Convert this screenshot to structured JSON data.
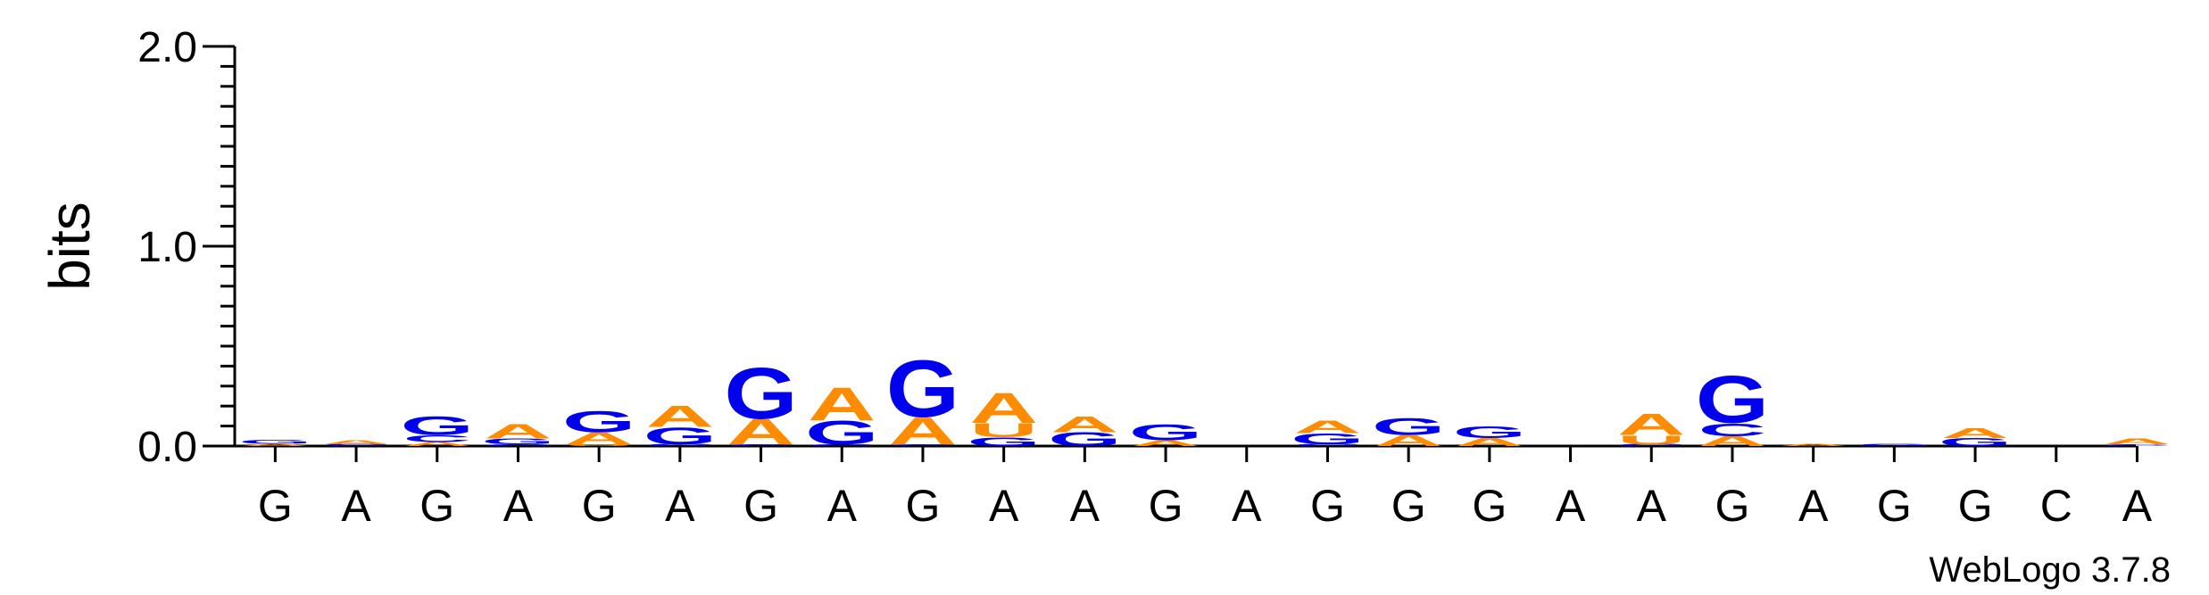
{
  "chart_data": {
    "type": "sequence-logo",
    "ylabel": "bits",
    "ylim": [
      0,
      2.0
    ],
    "yticks": [
      {
        "value": 0.0,
        "label": "0.0"
      },
      {
        "value": 1.0,
        "label": "1.0"
      },
      {
        "value": 2.0,
        "label": "2.0"
      }
    ],
    "y_minor_step": 0.1,
    "colors": {
      "G": "#0000ee",
      "A": "#ff8c00",
      "C": "#0000ee",
      "U": "#ff8c00",
      "axis": "#000000"
    },
    "positions": [
      {
        "label": "G",
        "stack": [
          {
            "letter": "A",
            "bits": 0.012
          },
          {
            "letter": "G",
            "bits": 0.02
          }
        ]
      },
      {
        "label": "A",
        "stack": [
          {
            "letter": "C",
            "bits": 0.01
          },
          {
            "letter": "A",
            "bits": 0.02
          }
        ]
      },
      {
        "label": "G",
        "stack": [
          {
            "letter": "A",
            "bits": 0.02
          },
          {
            "letter": "C",
            "bits": 0.035
          },
          {
            "letter": "G",
            "bits": 0.095
          }
        ]
      },
      {
        "label": "A",
        "stack": [
          {
            "letter": "C",
            "bits": 0.008
          },
          {
            "letter": "G",
            "bits": 0.03
          },
          {
            "letter": "A",
            "bits": 0.075
          }
        ]
      },
      {
        "label": "G",
        "stack": [
          {
            "letter": "U",
            "bits": 0.01
          },
          {
            "letter": "A",
            "bits": 0.06
          },
          {
            "letter": "G",
            "bits": 0.11
          }
        ]
      },
      {
        "label": "A",
        "stack": [
          {
            "letter": "C",
            "bits": 0.01
          },
          {
            "letter": "G",
            "bits": 0.085
          },
          {
            "letter": "A",
            "bits": 0.11
          }
        ]
      },
      {
        "label": "G",
        "stack": [
          {
            "letter": "C",
            "bits": 0.008
          },
          {
            "letter": "A",
            "bits": 0.13
          },
          {
            "letter": "G",
            "bits": 0.26
          }
        ]
      },
      {
        "label": "A",
        "stack": [
          {
            "letter": "C",
            "bits": 0.008
          },
          {
            "letter": "G",
            "bits": 0.12
          },
          {
            "letter": "A",
            "bits": 0.17
          }
        ]
      },
      {
        "label": "G",
        "stack": [
          {
            "letter": "C",
            "bits": 0.008
          },
          {
            "letter": "A",
            "bits": 0.14
          },
          {
            "letter": "G",
            "bits": 0.29
          }
        ]
      },
      {
        "label": "A",
        "stack": [
          {
            "letter": "G",
            "bits": 0.045
          },
          {
            "letter": "U",
            "bits": 0.07
          },
          {
            "letter": "A",
            "bits": 0.155
          }
        ]
      },
      {
        "label": "A",
        "stack": [
          {
            "letter": "G",
            "bits": 0.07
          },
          {
            "letter": "A",
            "bits": 0.08
          }
        ]
      },
      {
        "label": "G",
        "stack": [
          {
            "letter": "A",
            "bits": 0.03
          },
          {
            "letter": "G",
            "bits": 0.08
          }
        ]
      },
      {
        "label": "A",
        "stack": []
      },
      {
        "label": "G",
        "stack": [
          {
            "letter": "C",
            "bits": 0.01
          },
          {
            "letter": "G",
            "bits": 0.055
          },
          {
            "letter": "A",
            "bits": 0.065
          }
        ]
      },
      {
        "label": "G",
        "stack": [
          {
            "letter": "A",
            "bits": 0.055
          },
          {
            "letter": "G",
            "bits": 0.085
          }
        ]
      },
      {
        "label": "G",
        "stack": [
          {
            "letter": "A",
            "bits": 0.04
          },
          {
            "letter": "G",
            "bits": 0.06
          }
        ]
      },
      {
        "label": "A",
        "stack": []
      },
      {
        "label": "A",
        "stack": [
          {
            "letter": "C",
            "bits": 0.01
          },
          {
            "letter": "U",
            "bits": 0.045
          },
          {
            "letter": "A",
            "bits": 0.11
          }
        ]
      },
      {
        "label": "G",
        "stack": [
          {
            "letter": "A",
            "bits": 0.05
          },
          {
            "letter": "C",
            "bits": 0.065
          },
          {
            "letter": "G",
            "bits": 0.24
          }
        ]
      },
      {
        "label": "A",
        "stack": [
          {
            "letter": "A",
            "bits": 0.01
          }
        ]
      },
      {
        "label": "G",
        "stack": [
          {
            "letter": "G",
            "bits": 0.01
          }
        ]
      },
      {
        "label": "G",
        "stack": [
          {
            "letter": "G",
            "bits": 0.04
          },
          {
            "letter": "A",
            "bits": 0.05
          }
        ]
      },
      {
        "label": "C",
        "stack": []
      },
      {
        "label": "A",
        "stack": [
          {
            "letter": "C",
            "bits": 0.008
          },
          {
            "letter": "A",
            "bits": 0.03
          }
        ]
      }
    ],
    "credit": "WebLogo 3.7.8"
  }
}
